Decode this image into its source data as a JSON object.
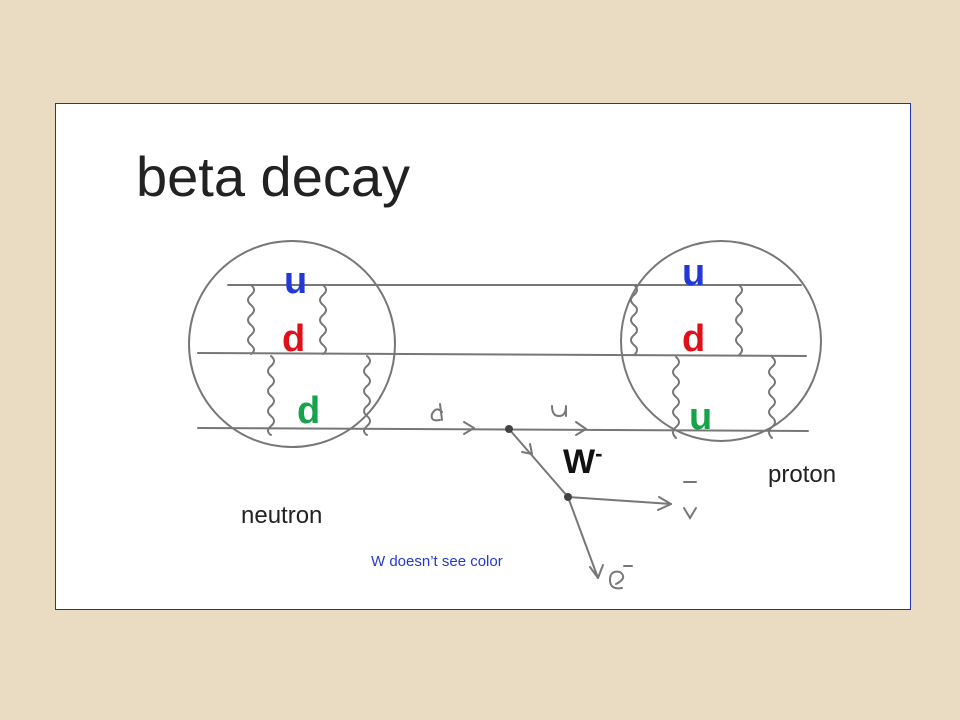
{
  "title": "beta decay",
  "neutron": {
    "label": "neutron",
    "quarks": [
      {
        "symbol": "u",
        "color": "#2438d6"
      },
      {
        "symbol": "d",
        "color": "#e0101a"
      },
      {
        "symbol": "d",
        "color": "#16a34a"
      }
    ]
  },
  "proton": {
    "label": "proton",
    "quarks": [
      {
        "symbol": "u",
        "color": "#2438d6"
      },
      {
        "symbol": "d",
        "color": "#e0101a"
      },
      {
        "symbol": "u",
        "color": "#16a34a"
      }
    ]
  },
  "boson": {
    "symbol": "W",
    "charge": "-"
  },
  "note": "W  doesn’t see color",
  "colors": {
    "background": "#eadcc3",
    "panel": "#ffffff",
    "panel_border": "#2233aa",
    "pencil": "#777777"
  }
}
